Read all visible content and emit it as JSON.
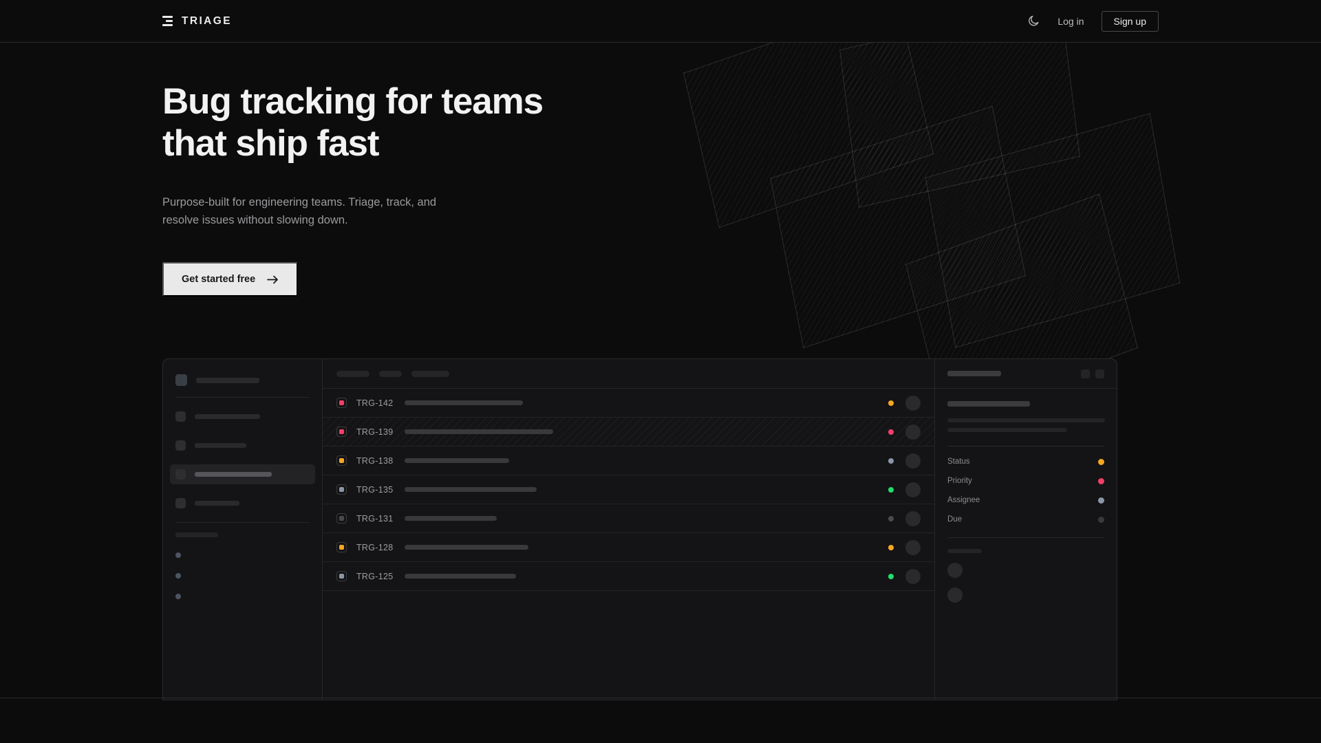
{
  "nav": {
    "brand": "TRIAGE",
    "brand_icon": "stacked-bars-logo-icon",
    "theme_toggle_icon": "moon-icon",
    "login_label": "Log in",
    "signup_label": "Sign up"
  },
  "hero": {
    "heading": "Bug tracking for teams\nthat ship fast",
    "subheading": "Purpose-built for engineering teams. Triage, track, and\nresolve issues without slowing down.",
    "cta_label": "Get started free",
    "cta_arrow": "arrow-right-icon"
  },
  "colors": {
    "page_bg": "#0c0c0d",
    "card_bg": "#141416",
    "border": "#2a2a2c",
    "text_primary": "#f2f2f2",
    "text_muted": "#9b9b9d",
    "cta_bg": "#e9e9e9",
    "amber": "#f5a623",
    "pink": "#f43f68",
    "slate": "#8b96a6",
    "green": "#22dd6e",
    "grey": "#3a3a3d"
  },
  "mockup": {
    "sidebar": {
      "workspace_icon": "workspace-avatar",
      "nav_items": [
        {
          "active": false,
          "width": 95
        },
        {
          "active": false,
          "width": 75
        },
        {
          "active": true,
          "width": 112
        },
        {
          "active": false,
          "width": 65
        }
      ],
      "section_label_width": 62,
      "team_dots": 3
    },
    "toolbar": {
      "chips": [
        48,
        33,
        55
      ]
    },
    "list": {
      "rows": [
        {
          "id": "TRG-142",
          "status_color": "#f43f68",
          "priority_color": "#f5a623",
          "title_width": 172,
          "highlighted": false
        },
        {
          "id": "TRG-139",
          "status_color": "#f43f68",
          "priority_color": "#f43f68",
          "title_width": 216,
          "highlighted": true
        },
        {
          "id": "TRG-138",
          "status_color": "#f5a623",
          "priority_color": "#8b96a6",
          "title_width": 152,
          "highlighted": false
        },
        {
          "id": "TRG-135",
          "status_color": "#8b96a6",
          "priority_color": "#22dd6e",
          "title_width": 192,
          "highlighted": false
        },
        {
          "id": "TRG-131",
          "status_color": "#4a4a4d",
          "priority_color": "#4a4a4d",
          "title_width": 134,
          "highlighted": false
        },
        {
          "id": "TRG-128",
          "status_color": "#f5a623",
          "priority_color": "#f5a623",
          "title_width": 180,
          "highlighted": false
        },
        {
          "id": "TRG-125",
          "status_color": "#8b96a6",
          "priority_color": "#22dd6e",
          "title_width": 162,
          "highlighted": false
        }
      ]
    },
    "detail": {
      "header_skeleton_width": 78,
      "title_skeleton_width": 120,
      "body_lines": [
        229,
        174
      ],
      "fields": [
        {
          "label": "Status",
          "color": "#f5a623"
        },
        {
          "label": "Priority",
          "color": "#f43f68"
        },
        {
          "label": "Assignee",
          "color": "#8b96a6"
        },
        {
          "label": "Due",
          "color": "#3a3a3d"
        }
      ],
      "footer_label_width": 50,
      "footer_avatars": 2
    }
  }
}
